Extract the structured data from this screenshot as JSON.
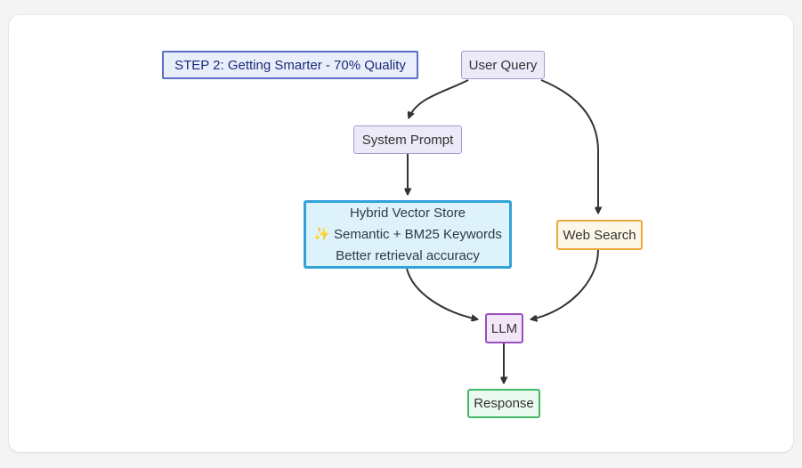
{
  "page": {
    "background_color": "#f4f4f5",
    "card_background_color": "#ffffff"
  },
  "diagram": {
    "title_box": {
      "label": "STEP 2: Getting Smarter - 70% Quality"
    },
    "nodes": {
      "user_query": {
        "label": "User Query"
      },
      "system_prompt": {
        "label": "System Prompt"
      },
      "hybrid_vector_store": {
        "line1": "Hybrid Vector Store",
        "line2": "✨ Semantic + BM25 Keywords",
        "line3": "Better retrieval accuracy"
      },
      "web_search": {
        "label": "Web Search"
      },
      "llm": {
        "label": "LLM"
      },
      "response": {
        "label": "Response"
      }
    },
    "edges": [
      {
        "from": "user_query",
        "to": "system_prompt"
      },
      {
        "from": "user_query",
        "to": "web_search"
      },
      {
        "from": "system_prompt",
        "to": "hybrid_vector_store"
      },
      {
        "from": "hybrid_vector_store",
        "to": "llm"
      },
      {
        "from": "web_search",
        "to": "llm"
      },
      {
        "from": "llm",
        "to": "response"
      }
    ],
    "colors": {
      "edge": "#333333",
      "title_bg": "#e8eefa",
      "title_border": "#5a6fc5",
      "title_text": "#1d2a7a",
      "lavender_bg": "#ece9f8",
      "lavender_border": "#a49ad0",
      "hybrid_bg": "#def2fc",
      "hybrid_border": "#33a2da",
      "web_search_bg": "#fdf7e8",
      "web_search_border": "#eda93f",
      "llm_bg": "#f2e6f9",
      "llm_border": "#9c4fc0",
      "response_bg": "#eafaf0",
      "response_border": "#41b966",
      "node_text": "#333333"
    }
  }
}
